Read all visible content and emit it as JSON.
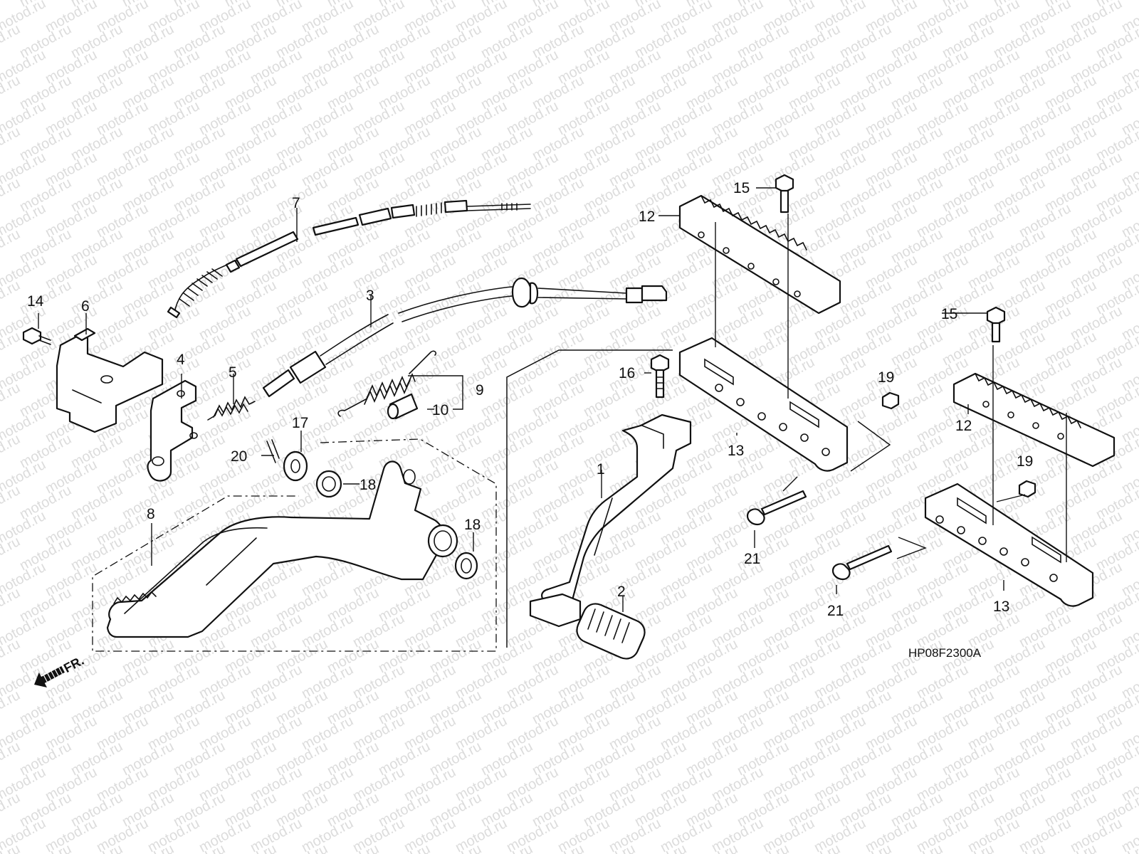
{
  "watermark": "motod.ru",
  "diagram_code": "HP08F2300A",
  "direction_label": "FR.",
  "callouts": {
    "c1": "1",
    "c2": "2",
    "c3": "3",
    "c4": "4",
    "c5": "5",
    "c6": "6",
    "c7": "7",
    "c8": "8",
    "c9": "9",
    "c10": "10",
    "c12a": "12",
    "c12b": "12",
    "c13a": "13",
    "c13b": "13",
    "c14": "14",
    "c15a": "15",
    "c15b": "15",
    "c16": "16",
    "c17": "17",
    "c18a": "18",
    "c18b": "18",
    "c19a": "19",
    "c19b": "19",
    "c20": "20",
    "c21a": "21",
    "c21b": "21"
  }
}
